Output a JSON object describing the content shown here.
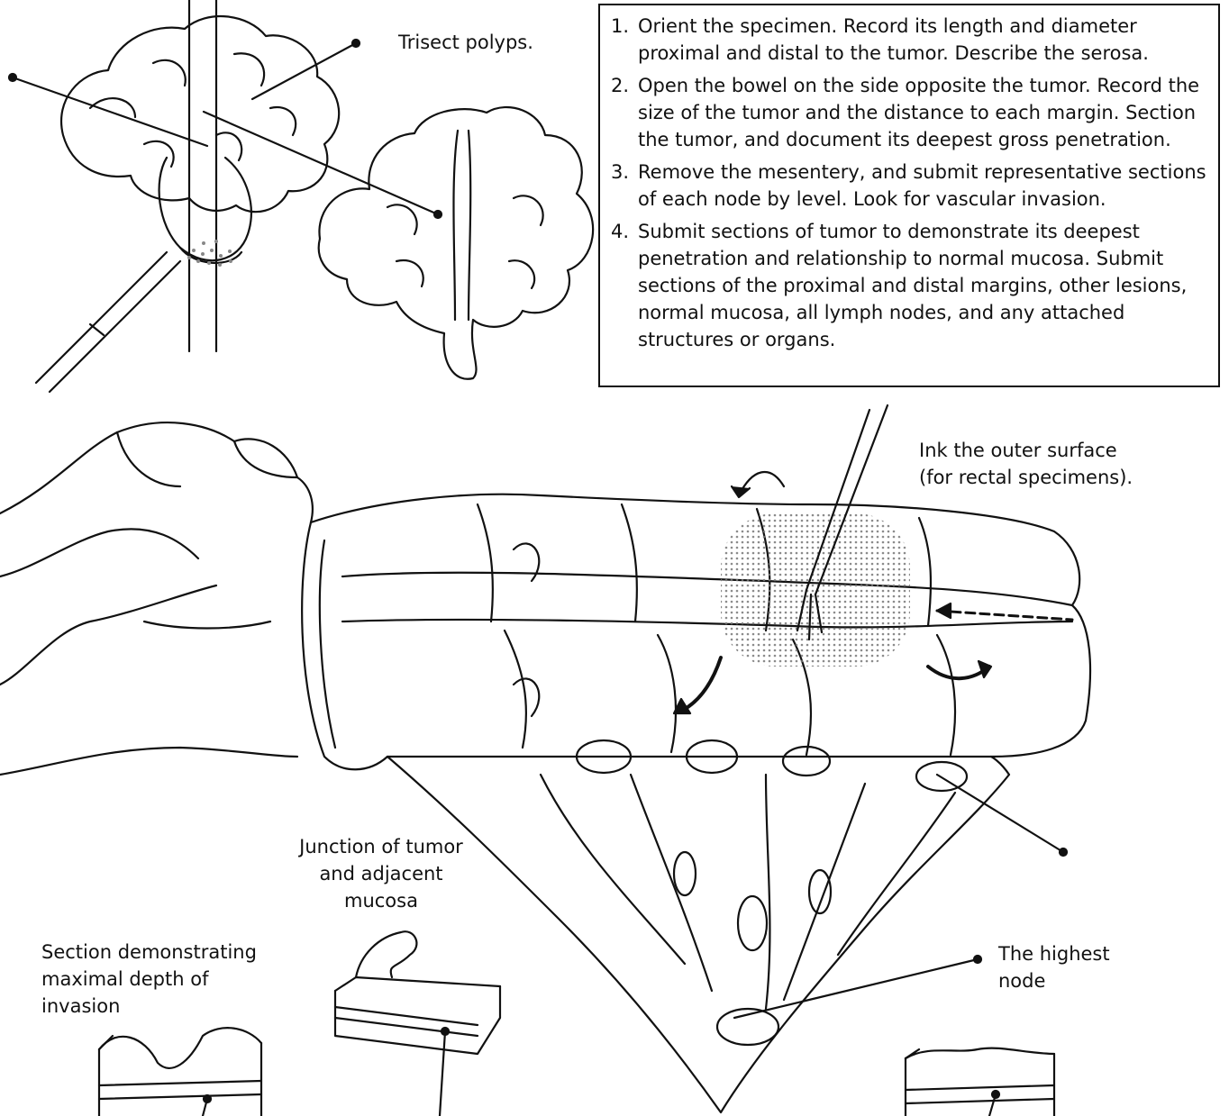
{
  "labels": {
    "trisect_polyps": "Trisect polyps.",
    "ink_outer_surface": "Ink the outer surface\n(for rectal specimens).",
    "junction": "Junction of tumor\nand adjacent\nmucosa",
    "section_depth": "Section demonstrating\nmaximal depth of\ninvasion",
    "highest_node": "The highest\nnode"
  },
  "steps": [
    {
      "num": "1.",
      "text": "Orient the specimen. Record its length and diameter proximal and distal to the tumor. Describe the serosa."
    },
    {
      "num": "2.",
      "text": "Open the bowel on the side opposite the tumor. Record the size of the tumor and the distance to each margin. Section the tumor, and document its deepest gross penetration."
    },
    {
      "num": "3.",
      "text": "Remove the mesentery, and submit representative sections of each node by level. Look for vascular invasion."
    },
    {
      "num": "4.",
      "text": "Submit sections of tumor to demonstrate its deepest penetration and relationship to normal mucosa. Submit sections of the proximal and distal margins, other lesions, normal mucosa, all lymph nodes, and any attached structures or organs."
    }
  ]
}
